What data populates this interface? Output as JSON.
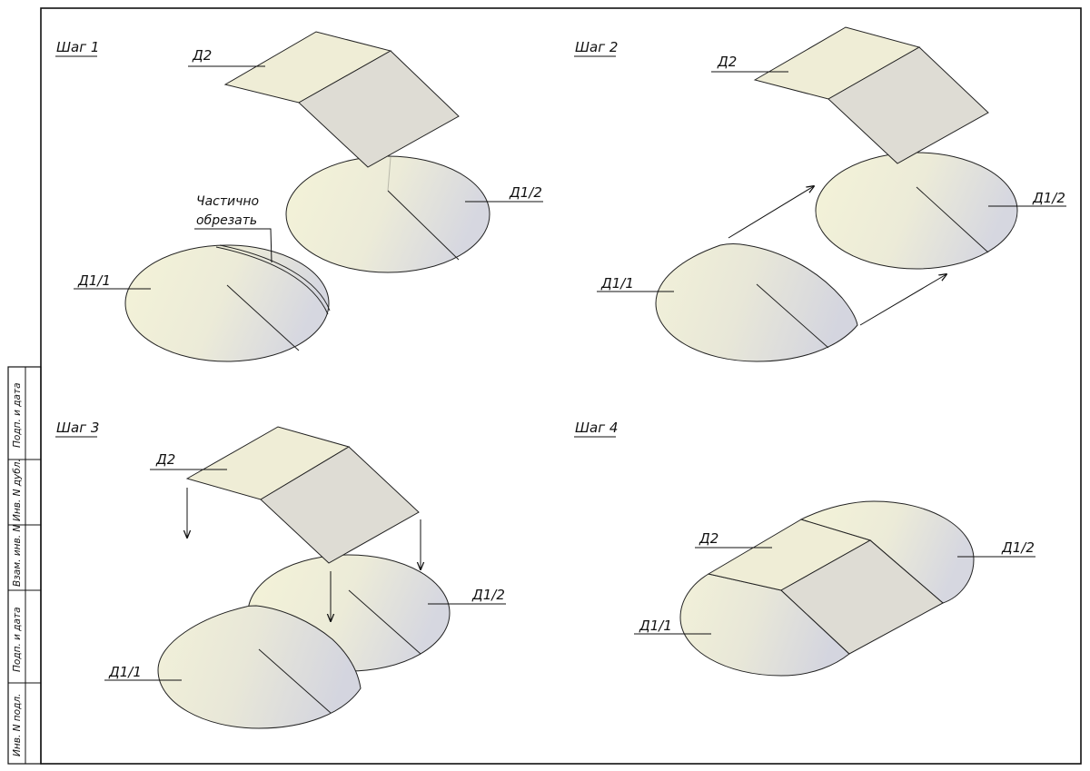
{
  "frame_stamps": [
    "Подп. и дата",
    "Инв. N дубл.",
    "Взам. инв. N",
    "Подп. и дата",
    "Инв. N подл."
  ],
  "steps": [
    {
      "title": "Шаг 1",
      "labels": {
        "d2": "Д2",
        "d11": "Д1/1",
        "d12": "Д1/2"
      },
      "note": [
        "Частично",
        "обрезать"
      ]
    },
    {
      "title": "Шаг 2",
      "labels": {
        "d2": "Д2",
        "d11": "Д1/1",
        "d12": "Д1/2"
      }
    },
    {
      "title": "Шаг 3",
      "labels": {
        "d2": "Д2",
        "d11": "Д1/1",
        "d12": "Д1/2"
      }
    },
    {
      "title": "Шаг 4",
      "labels": {
        "d2": "Д2",
        "d11": "Д1/1",
        "d12": "Д1/2"
      }
    }
  ],
  "colors": {
    "plate_left": "#efedd6",
    "plate_right": "#dedcd4",
    "cone_light": "#f4f3d8",
    "cone_mid": "#ecebd8",
    "cone_shade": "#d7d8e0",
    "ink": "#111111"
  }
}
